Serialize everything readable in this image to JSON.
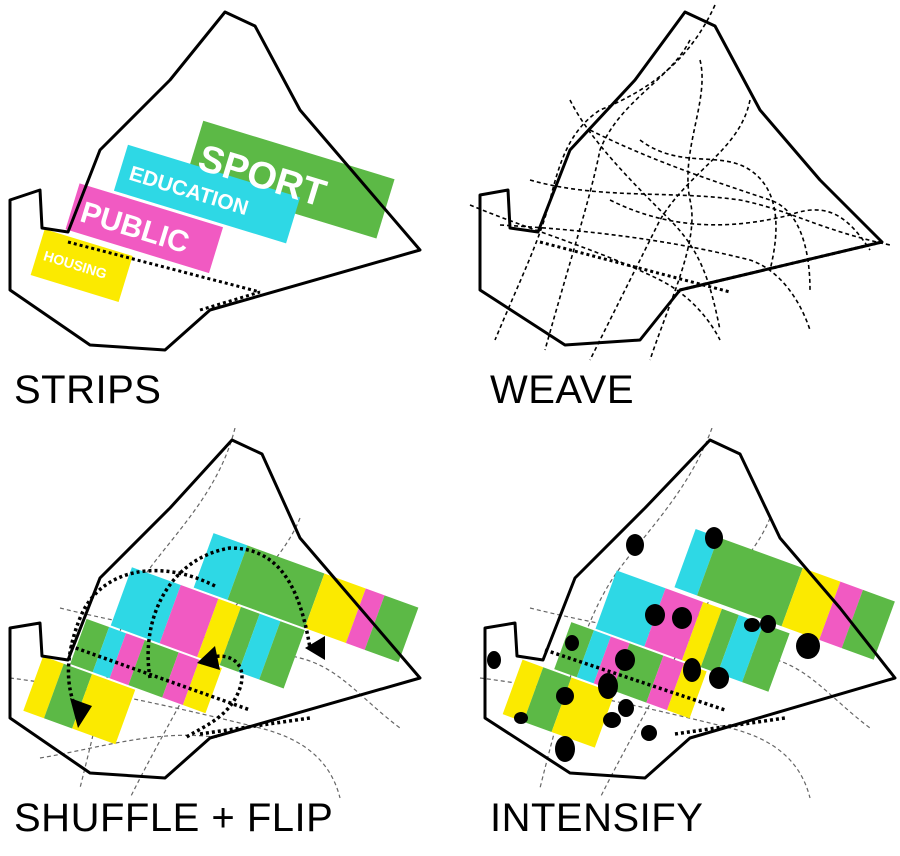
{
  "colors": {
    "sport": "#5cb946",
    "education": "#2ed8e5",
    "public": "#f15ac2",
    "housing": "#fbea00",
    "outline": "#000000"
  },
  "panels": [
    {
      "caption": "STRIPS"
    },
    {
      "caption": "WEAVE"
    },
    {
      "caption": "SHUFFLE + FLIP"
    },
    {
      "caption": "INTENSIFY"
    }
  ],
  "strips": {
    "sport": "SPORT",
    "education": "EDUCATION",
    "public": "PUBLIC",
    "housing": "HOUSING"
  }
}
